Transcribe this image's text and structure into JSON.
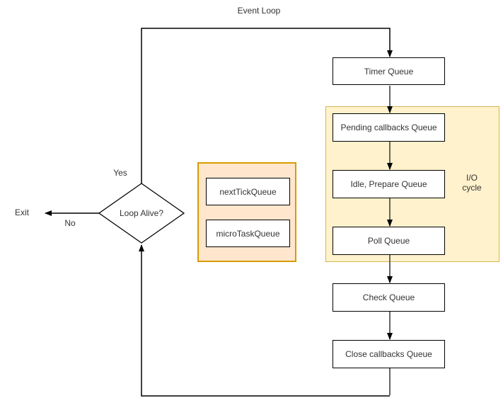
{
  "diagram": {
    "title": "Event Loop",
    "nodes": {
      "timer": {
        "label": "Timer Queue"
      },
      "pending": {
        "label": "Pending callbacks Queue"
      },
      "idle": {
        "label": "Idle, Prepare Queue"
      },
      "poll": {
        "label": "Poll Queue"
      },
      "check": {
        "label": "Check Queue"
      },
      "close": {
        "label": "Close callbacks Queue"
      },
      "next_tick": {
        "label": "nextTickQueue"
      },
      "micro_task": {
        "label": "microTaskQueue"
      },
      "decision": {
        "label": "Loop Alive?"
      }
    },
    "regions": {
      "io_cycle": {
        "label_line1": "I/O",
        "label_line2": "cycle"
      }
    },
    "edge_labels": {
      "yes": "Yes",
      "no": "No",
      "exit": "Exit"
    },
    "colors": {
      "io_region_fill": "#fff2cc",
      "io_region_stroke": "#d6b656",
      "microtask_region_fill": "#ffe6cc",
      "microtask_region_stroke": "#d79b00",
      "node_fill": "#ffffff",
      "node_stroke": "#000000",
      "loop_line": "#000000",
      "flow_arrow": "#666666",
      "text": "#333333",
      "background": "#ffffff"
    }
  }
}
